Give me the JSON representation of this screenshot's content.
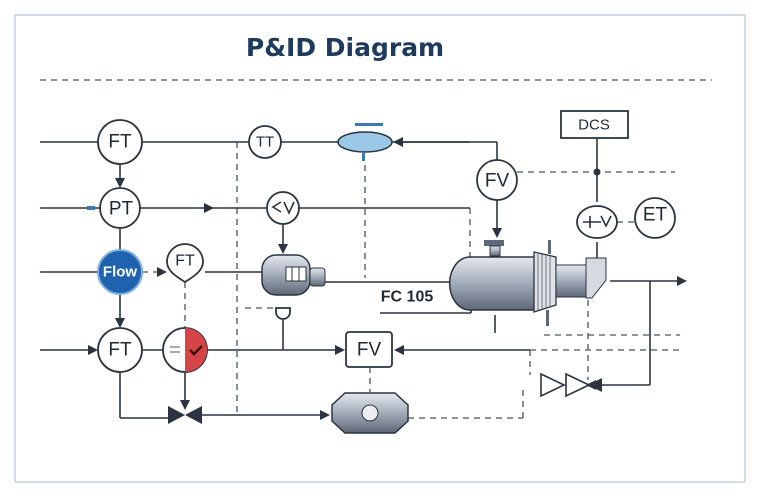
{
  "title": "P&ID Diagram",
  "colors": {
    "title": "#1e3a5f",
    "flow": "#1f63b0",
    "alarm": "#d64545",
    "tank_top": "#9cc8e8",
    "line": "#2b3440"
  },
  "instruments": {
    "ft_top": "FT",
    "pt": "PT",
    "flow": "Flow",
    "ft_mid": "FT",
    "ft_bottom": "FT",
    "tt": "TT",
    "fv_circle": "FV",
    "fv_box": "FV",
    "dcs": "DCS",
    "et": "ET"
  },
  "controller_label": "FC 105"
}
